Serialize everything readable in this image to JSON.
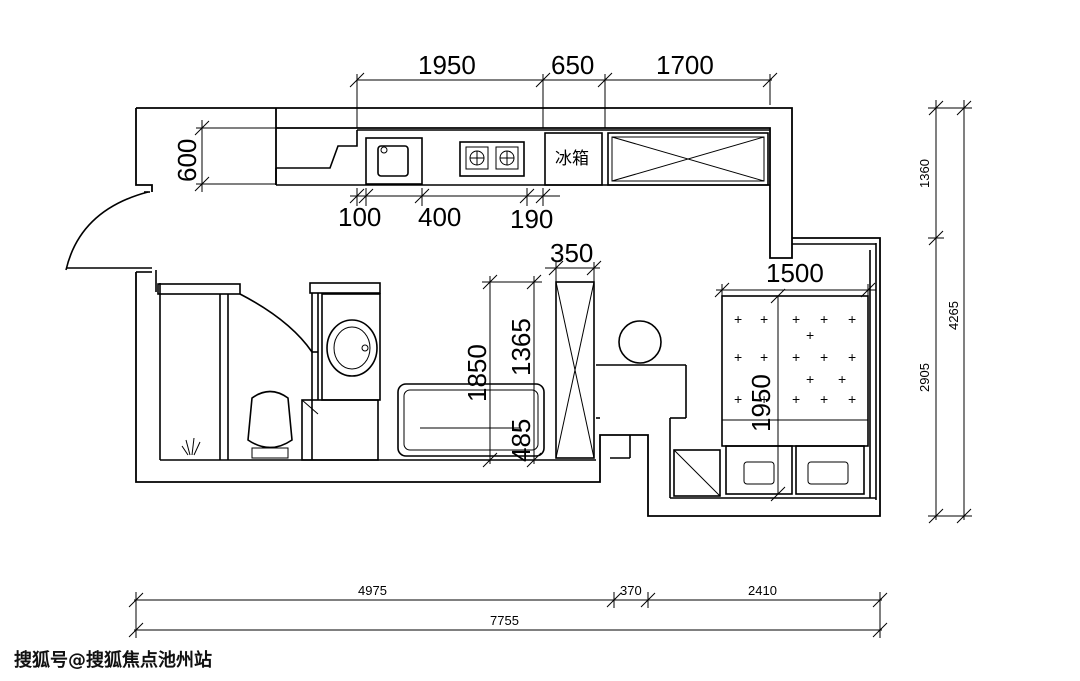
{
  "diagram": {
    "top_dims": {
      "d1": "1950",
      "d2": "650",
      "d3": "1700"
    },
    "kitchen_dims": {
      "d1": "100",
      "d2": "400",
      "d3": "190"
    },
    "left_dim": "600",
    "right_dims": {
      "d1": "1360",
      "d2": "4265",
      "d3": "2905"
    },
    "bed_dims": {
      "width": "1500",
      "length": "1950"
    },
    "wardrobe_dim": "350",
    "sofa_dims": {
      "d1": "1850",
      "d2": "1365",
      "d3": "485"
    },
    "bottom_dims": {
      "d1": "4975",
      "d2": "370",
      "d3": "2410",
      "total": "7755"
    },
    "fridge_label": "冰箱"
  },
  "watermark": "搜狐号@搜狐焦点池州站"
}
